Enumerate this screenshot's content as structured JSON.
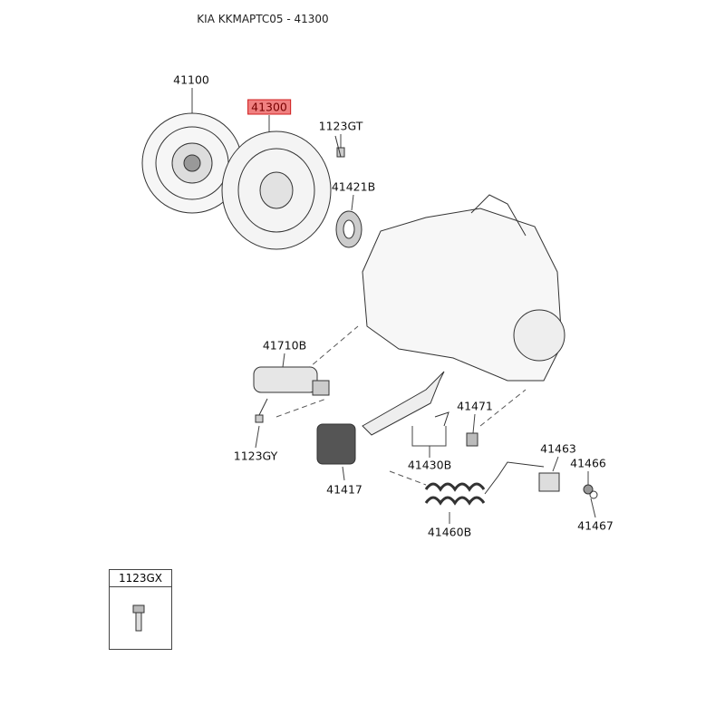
{
  "title": "KIA KKMAPTC05 - 41300",
  "highlight_color": "#f08080",
  "parts": {
    "p41100": "41100",
    "p41300": "41300",
    "p1123GT": "1123GT",
    "p41421B": "41421B",
    "p41710B": "41710B",
    "p41471": "41471",
    "p1123GY": "1123GY",
    "p41430B": "41430B",
    "p41463": "41463",
    "p41466": "41466",
    "p41417": "41417",
    "p41460B": "41460B",
    "p41467": "41467"
  },
  "legend": {
    "label": "1123GX"
  }
}
